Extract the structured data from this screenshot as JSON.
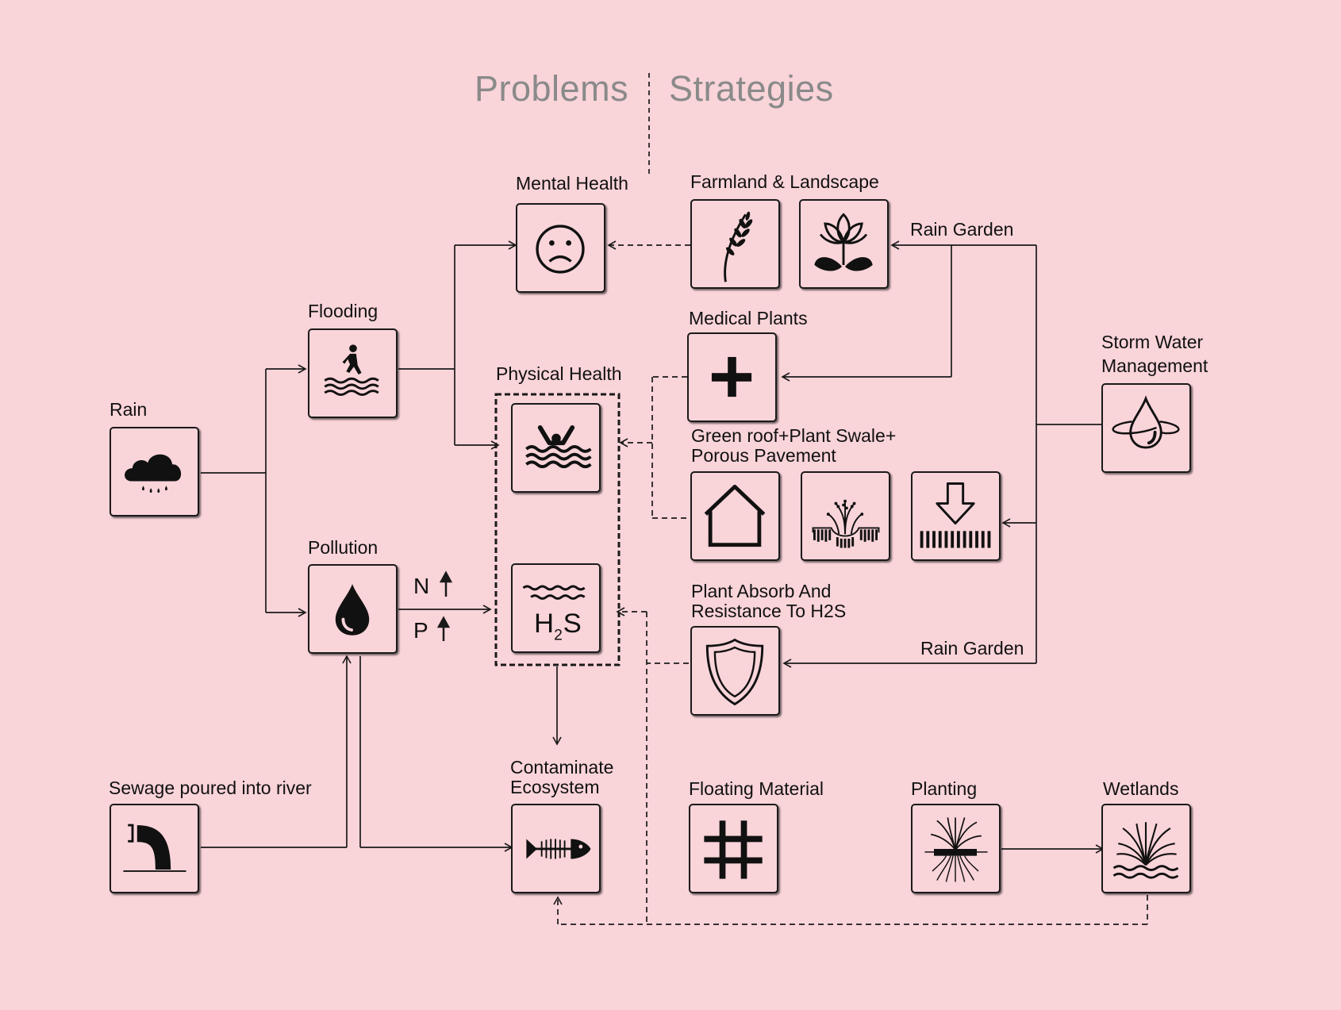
{
  "header": {
    "problems": "Problems",
    "strategies": "Strategies"
  },
  "labels": {
    "rain": "Rain",
    "flooding": "Flooding",
    "pollution": "Pollution",
    "sewage": "Sewage poured into river",
    "mental_health": "Mental Health",
    "physical_health": "Physical Health",
    "contaminate_1": "Contaminate",
    "contaminate_2": "Ecosystem",
    "farmland": "Farmland & Landscape",
    "rain_garden_top": "Rain Garden",
    "medical_plants": "Medical Plants",
    "green_roof_1": "Green roof+Plant Swale+",
    "green_roof_2": "Porous Pavement",
    "plant_absorb_1": "Plant Absorb And",
    "plant_absorb_2": "Resistance To H2S",
    "rain_garden_bottom": "Rain Garden",
    "storm_1": "Storm  Water",
    "storm_2": "Management",
    "floating": "Floating Material",
    "planting": "Planting",
    "wetlands": "Wetlands",
    "n_mark": "N",
    "p_mark": "P",
    "h2s_h": "H",
    "h2s_2": "2",
    "h2s_s": "S"
  },
  "icons": {
    "rain": "rain-cloud-icon",
    "flooding": "wading-person-icon",
    "pollution": "water-drop-icon",
    "sewage": "sewage-pipe-icon",
    "mental_health": "sad-face-icon",
    "physical_health_swim": "drowning-swimmer-icon",
    "physical_health_h2s": "h2s-gas-icon",
    "contaminate": "fish-skeleton-icon",
    "farmland": "wheat-icon",
    "landscape": "lotus-flower-icon",
    "medical": "plus-icon",
    "green_roof": "house-roof-icon",
    "plant_swale": "plant-swale-icon",
    "porous_pavement": "porous-pavement-icon",
    "plant_absorb": "shield-icon",
    "storm_water": "water-drop-cycle-icon",
    "floating": "grid-hash-icon",
    "planting": "roots-plant-icon",
    "wetlands": "wetland-grass-icon"
  },
  "colors": {
    "background": "#f9d4d9",
    "line": "#1a1a1a",
    "header": "#8a8a8a"
  }
}
